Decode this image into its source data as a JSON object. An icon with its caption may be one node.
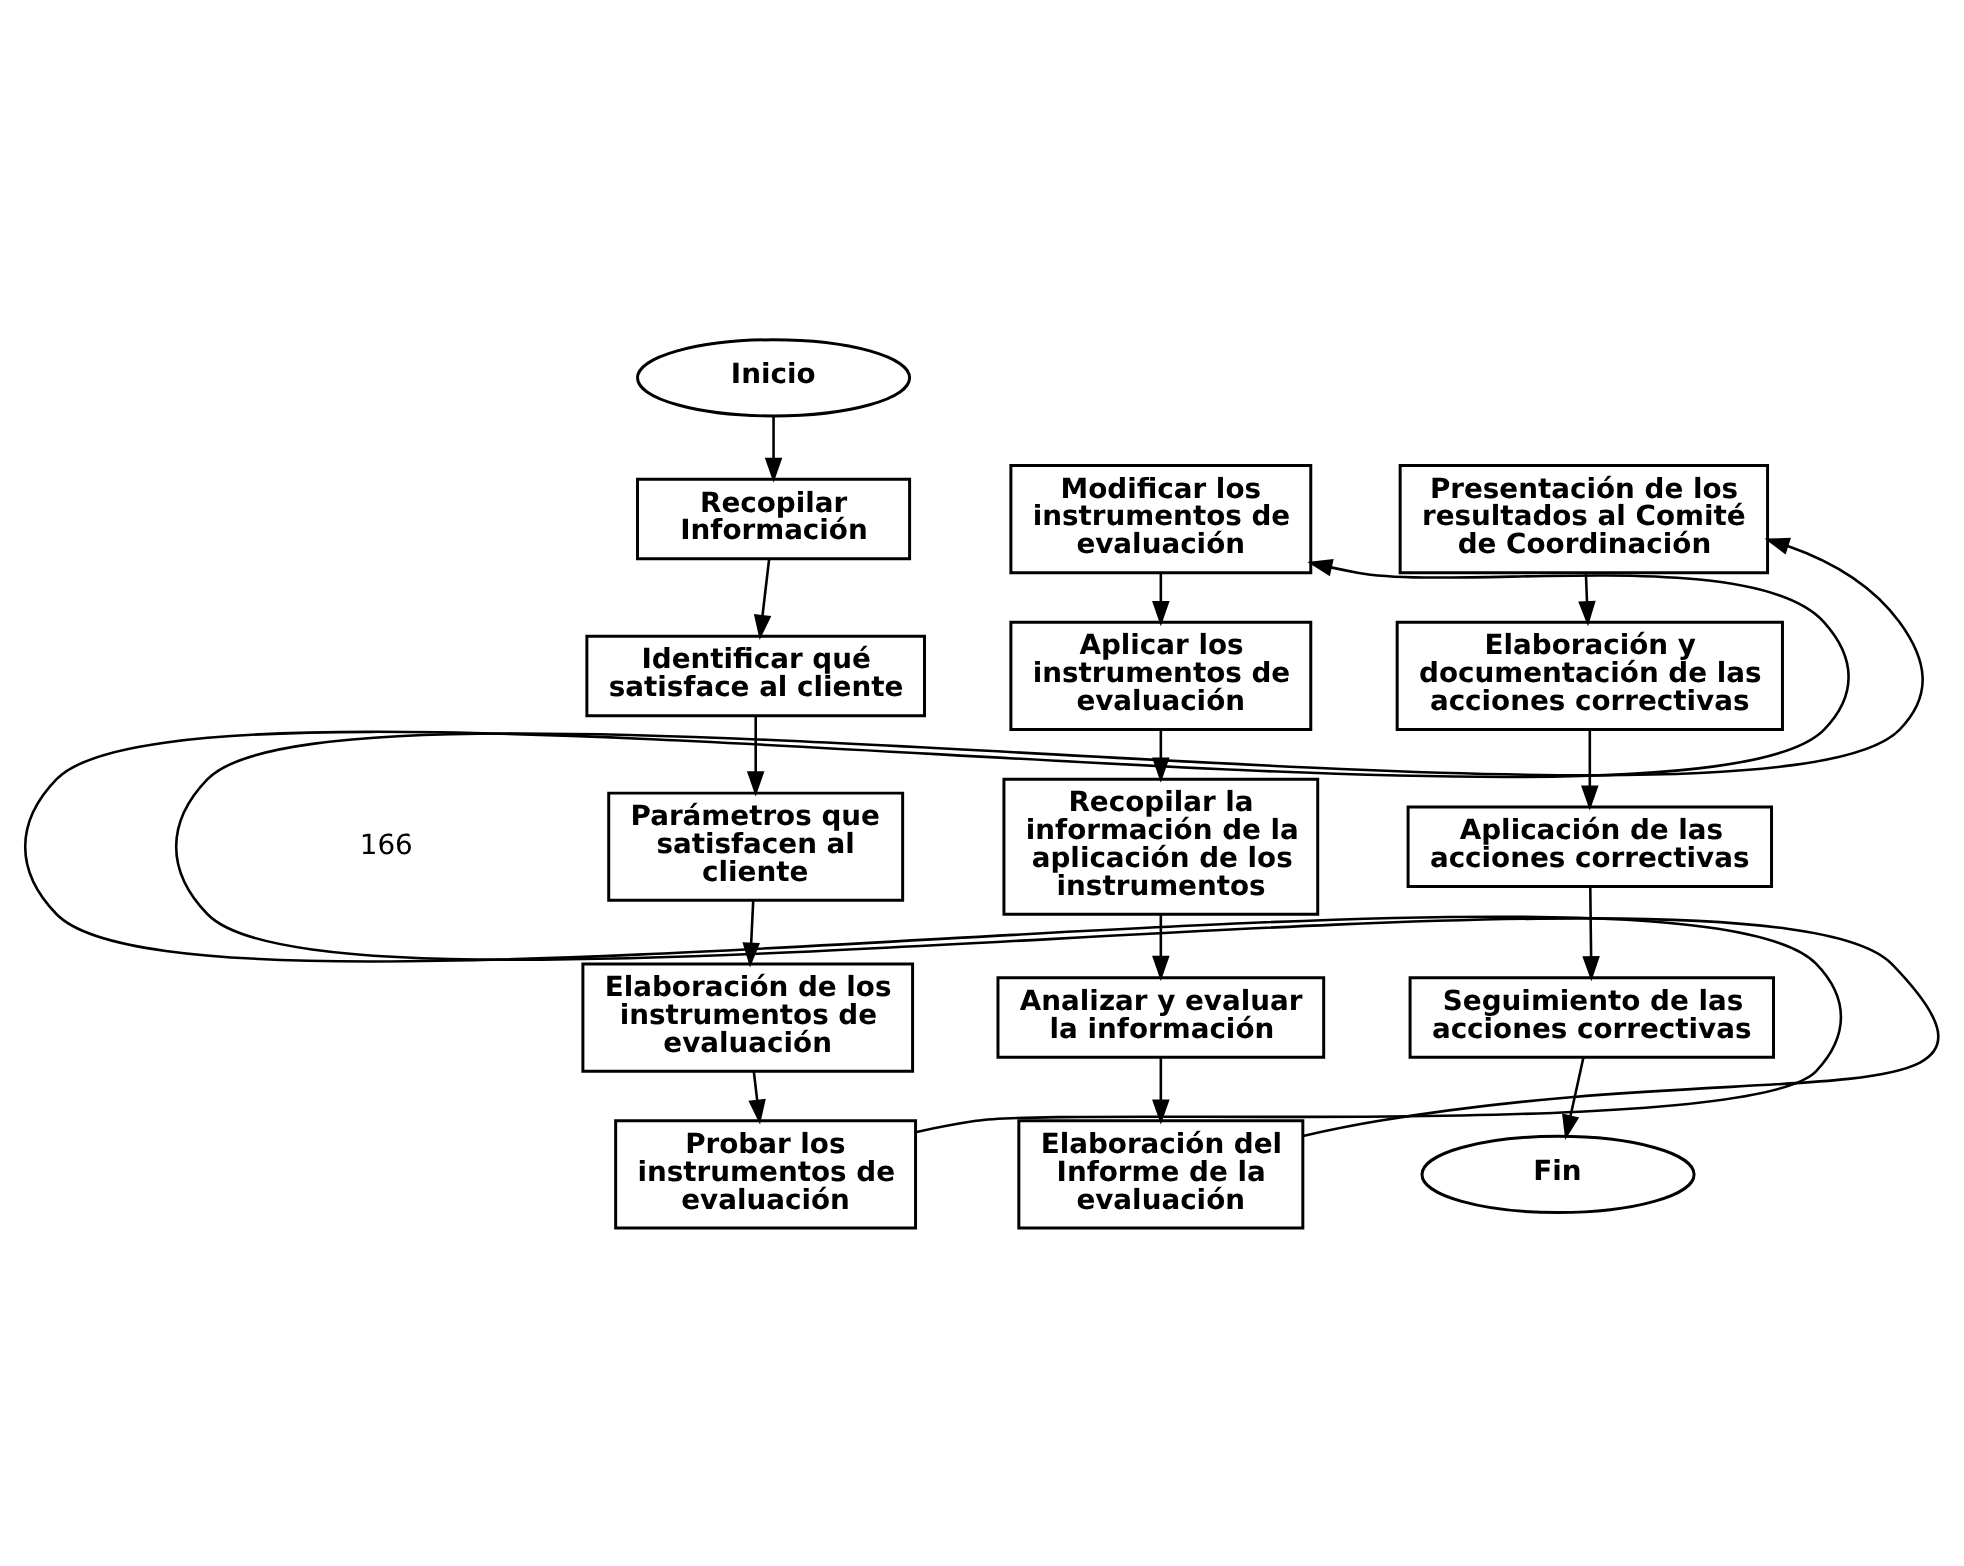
{
  "diagram": {
    "nodes": [
      {
        "text": [
          "Inicio"
        ]
      },
      {
        "text": [
          "Recopilar Información"
        ]
      },
      {
        "text": [
          "Identificar qué satisface al cliente"
        ]
      },
      {
        "text": [
          "Parámetros que satisfacen al cliente"
        ]
      },
      {
        "text": [
          "Elaboración de los instrumentos de evaluación"
        ]
      },
      {
        "text": [
          "Probar los instrumentos de evaluación"
        ]
      },
      {
        "text": [
          "Modificar los instrumentos de evaluación"
        ]
      },
      {
        "text": [
          "Aplicar los instrumentos de evaluación"
        ]
      },
      {
        "text": [
          "Recopilar la información de la aplicación de los instrumentos"
        ]
      },
      {
        "text": [
          "Analizar y evaluar la información"
        ]
      },
      {
        "text": [
          "Elaboración del Informe de la evaluación"
        ]
      },
      {
        "text": [
          "Presentación de los resultados al Comité de Coordinación"
        ]
      },
      {
        "text": [
          "Elaboración y documentación de las acciones correctivas"
        ]
      },
      {
        "text": [
          "Aplicación de las acciones correctivas"
        ]
      },
      {
        "text": [
          "Seguimiento de las acciones correctivas"
        ]
      },
      {
        "text": [
          "Fin"
        ]
      }
    ],
    "edges": [
      {
        "from": 0,
        "to": 1,
        "arrow": "to"
      },
      {
        "from": 1,
        "to": 2,
        "arrow": "to"
      },
      {
        "from": 2,
        "to": 3,
        "arrow": "to"
      },
      {
        "from": 3,
        "to": 4,
        "arrow": "to"
      },
      {
        "from": 4,
        "to": 5,
        "arrow": "to"
      },
      {
        "from": 5,
        "to": 6,
        "arrow": "to"
      },
      {
        "from": 6,
        "to": 7,
        "arrow": "to"
      },
      {
        "from": 7,
        "to": 8,
        "arrow": "to"
      },
      {
        "from": 8,
        "to": 9,
        "arrow": "to"
      },
      {
        "from": 9,
        "to": 10,
        "arrow": "to"
      },
      {
        "from": 10,
        "to": 11,
        "arrow": "to"
      },
      {
        "from": 11,
        "to": 12,
        "arrow": "to"
      },
      {
        "from": 12,
        "to": 13,
        "arrow": "to"
      },
      {
        "from": 13,
        "to": 14,
        "arrow": "to"
      },
      {
        "from": 14,
        "to": 15,
        "arrow": "to"
      }
    ],
    "labels": [
      "166"
    ]
  }
}
